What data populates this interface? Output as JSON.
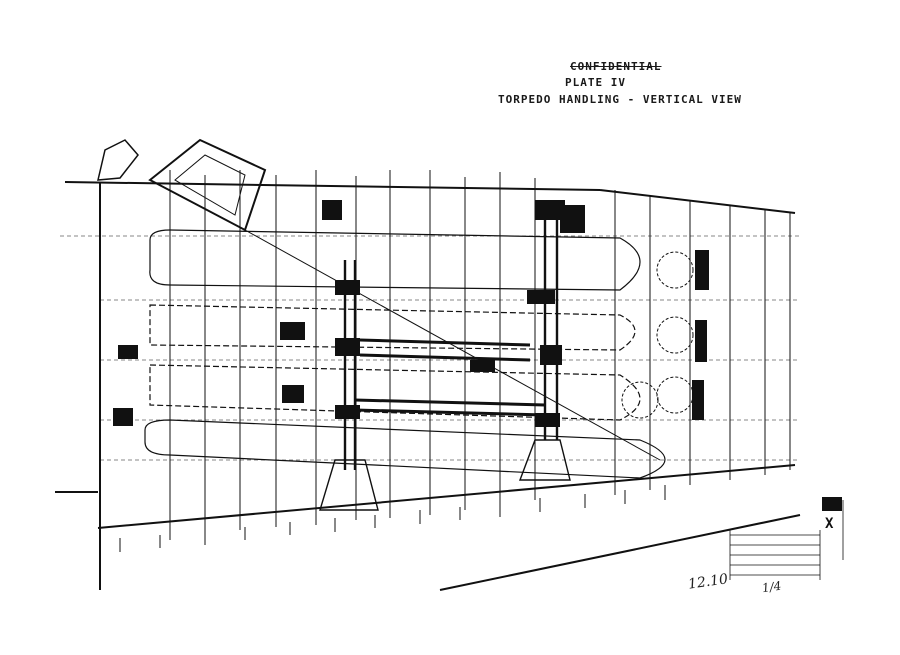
{
  "header": {
    "classification": "CONFIDENTIAL",
    "plate": "PLATE IV",
    "title": "TORPEDO HANDLING - VERTICAL VIEW"
  },
  "annotations": {
    "sheet_number": "12.10",
    "secondary_mark": "1/4"
  },
  "legend": {
    "marker": "X"
  },
  "style": {
    "ink_color": "#111111",
    "paper_color": "#ffffff"
  }
}
